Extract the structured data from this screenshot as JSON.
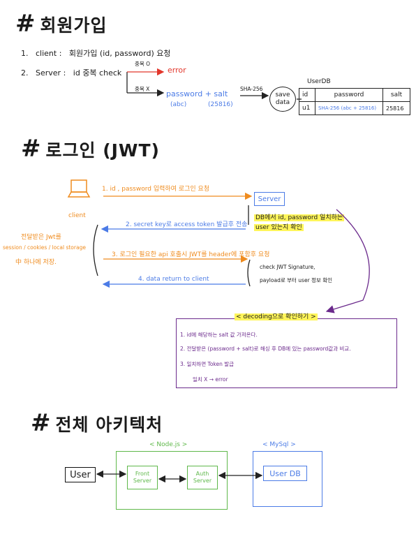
{
  "signup": {
    "title": "회원가입",
    "step1_num": "1.",
    "step1_actor": "client :",
    "step1_text": "회원가입 (id, password) 요청",
    "step2_num": "2.",
    "step2_actor": "Server :",
    "step2_text": "id 중복 check",
    "dup_yes": "중복 O",
    "dup_no": "중복 X",
    "error": "error",
    "password_salt": "password + salt",
    "abc": "(abc)",
    "salt_value": "(25816)",
    "sha": "SHA-256",
    "save_data": "save data",
    "userdb_title": "UserDB",
    "table_headers": [
      "id",
      "password",
      "salt"
    ],
    "table_rows": [
      [
        "u1",
        "SHA-256 (abc + 25816)",
        "25816"
      ]
    ]
  },
  "login": {
    "title": "로그인 (JWT)",
    "client_label": "client",
    "server_label": "Server",
    "step1": "1. id , password 입력하여 로그인 요청",
    "server_check_1": "DB에서 id, password 일치하는",
    "server_check_2": "user 있는지 확인",
    "step2": "2. secret key로 access token 발급후 전송",
    "client_note_1": "전달받은 Jwt를",
    "client_note_2": "session / cookies / local storage",
    "client_note_3": "中 하나에 저장.",
    "step3": "3. 로그인 필요한 api 호출시 JWT를 header에 포함후 요청",
    "server_verify_1": "check JWT Signature,",
    "server_verify_2": "payload로 부터 user 정보 확인",
    "step4": "4. data return to client",
    "decoding_title": "< decoding으로 확인하기 >",
    "decoding_1": "1. id에 해당하는 salt 값 가져온다.",
    "decoding_2": "2. 전달받은 (password + salt)로 해싱 후 DB에 있는 password값과 비교.",
    "decoding_3": "3. 일치하면 Token 발급",
    "decoding_4": "일치 X → error"
  },
  "architecture": {
    "title": "전체 아키텍처",
    "nodejs_label": "< Node.js >",
    "mysql_label": "< MySql >",
    "user": "User",
    "front_server": "Front Server",
    "auth_server": "Auth Server",
    "user_db": "User DB"
  },
  "colors": {
    "red": "#e2362b",
    "blue": "#4b7be6",
    "orange": "#ef8b1e",
    "purple": "#6b2a8c",
    "green": "#5fb84a",
    "highlight": "#fff55a"
  }
}
